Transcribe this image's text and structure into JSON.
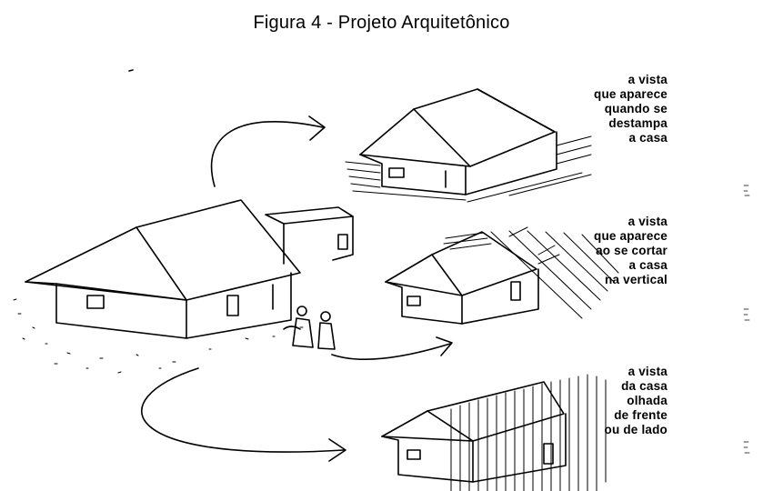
{
  "figure": {
    "title": "Figura 4 -  Projeto Arquitetônico"
  },
  "captions": [
    {
      "lines": [
        "a vista",
        "que aparece",
        "quando se",
        "destampa",
        "a casa"
      ]
    },
    {
      "lines": [
        "a vista",
        "que aparece",
        "ao se cortar",
        "a  casa",
        "na vertical"
      ]
    },
    {
      "lines": [
        "a vista",
        "da  casa",
        "olhada",
        "de frente",
        "ou de lado"
      ]
    }
  ]
}
